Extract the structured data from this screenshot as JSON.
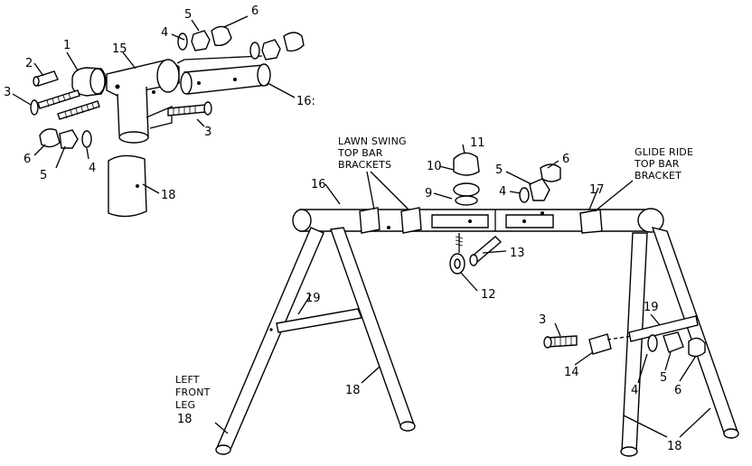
{
  "callouts": {
    "c1": "1",
    "c2": "2",
    "c3a": "3",
    "c3b": "3",
    "c3c": "3",
    "c4a": "4",
    "c4b": "4",
    "c4c": "4",
    "c4d": "4",
    "c5a": "5",
    "c5b": "5",
    "c5c": "5",
    "c5d": "5",
    "c6a": "6",
    "c6b": "6",
    "c6c": "6",
    "c6d": "6",
    "c9": "9",
    "c10": "10",
    "c11": "11",
    "c12": "12",
    "c13": "13",
    "c14": "14",
    "c15": "15",
    "c16a": "16",
    "c16b": "16:",
    "c17": "17",
    "c18a": "18",
    "c18b": "18",
    "c18c": "18",
    "c19a": "19",
    "c19b": "19"
  },
  "captions": {
    "lawn_swing": [
      "LAWN SWING",
      "TOP BAR",
      "BRACKETS"
    ],
    "glide_ride": [
      "GLIDE RIDE",
      "TOP BAR",
      "BRACKET"
    ],
    "left_front_leg": [
      "LEFT",
      "FRONT",
      "LEG",
      "18"
    ]
  }
}
